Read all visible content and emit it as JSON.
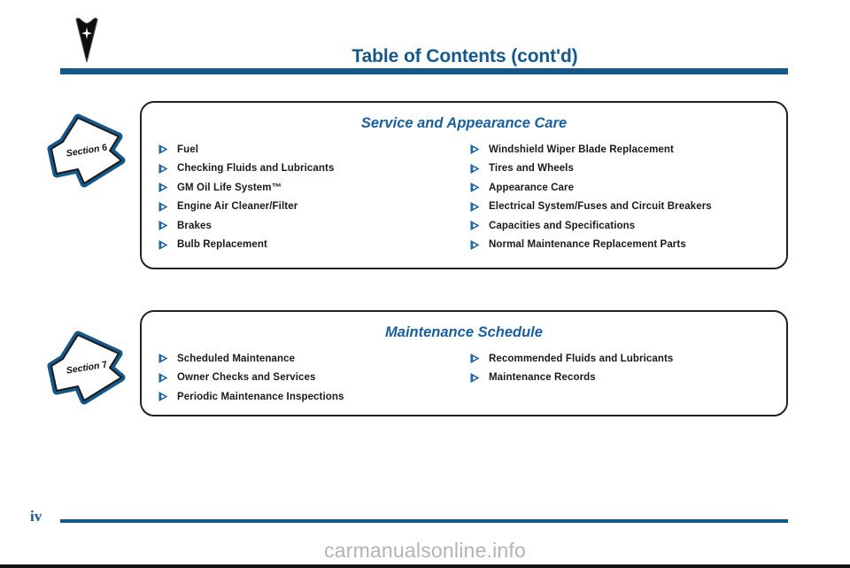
{
  "document": {
    "title": "Table of Contents (cont'd)",
    "page_number": "iv",
    "watermark": "carmanualsonline.info",
    "brand_logo": "pontiac-arrowhead-logo",
    "accent_color": "#15598c",
    "heading_color": "#1a5f9e",
    "bullet_color": "#1e62a0"
  },
  "sections": [
    {
      "tab_label": "Section",
      "tab_number": "6",
      "heading": "Service and Appearance Care",
      "left_column": [
        {
          "label": "Fuel",
          "bullet": "triangle-bullet-icon"
        },
        {
          "label": "Checking Fluids and Lubricants",
          "bullet": "triangle-bullet-icon"
        },
        {
          "label": "GM Oil Life System™",
          "bullet": "triangle-bullet-icon"
        },
        {
          "label": "Engine Air Cleaner/Filter",
          "bullet": "triangle-bullet-icon"
        },
        {
          "label": "Brakes",
          "bullet": "triangle-bullet-icon"
        },
        {
          "label": "Bulb Replacement",
          "bullet": "triangle-bullet-icon"
        }
      ],
      "right_column": [
        {
          "label": "Windshield Wiper Blade Replacement",
          "bullet": "triangle-bullet-icon"
        },
        {
          "label": "Tires and Wheels",
          "bullet": "triangle-bullet-icon"
        },
        {
          "label": "Appearance Care",
          "bullet": "triangle-bullet-icon"
        },
        {
          "label": "Electrical System/Fuses and Circuit Breakers",
          "bullet": "triangle-bullet-icon"
        },
        {
          "label": "Capacities and Specifications",
          "bullet": "triangle-bullet-icon"
        },
        {
          "label": "Normal Maintenance Replacement Parts",
          "bullet": "triangle-bullet-icon"
        }
      ]
    },
    {
      "tab_label": "Section",
      "tab_number": "7",
      "heading": "Maintenance Schedule",
      "left_column": [
        {
          "label": "Scheduled Maintenance",
          "bullet": "triangle-bullet-icon"
        },
        {
          "label": "Owner Checks and Services",
          "bullet": "triangle-bullet-icon"
        },
        {
          "label": "Periodic Maintenance Inspections",
          "bullet": "triangle-bullet-icon"
        }
      ],
      "right_column": [
        {
          "label": "Recommended Fluids and Lubricants",
          "bullet": "triangle-bullet-icon"
        },
        {
          "label": "Maintenance Records",
          "bullet": "triangle-bullet-icon"
        }
      ]
    }
  ]
}
